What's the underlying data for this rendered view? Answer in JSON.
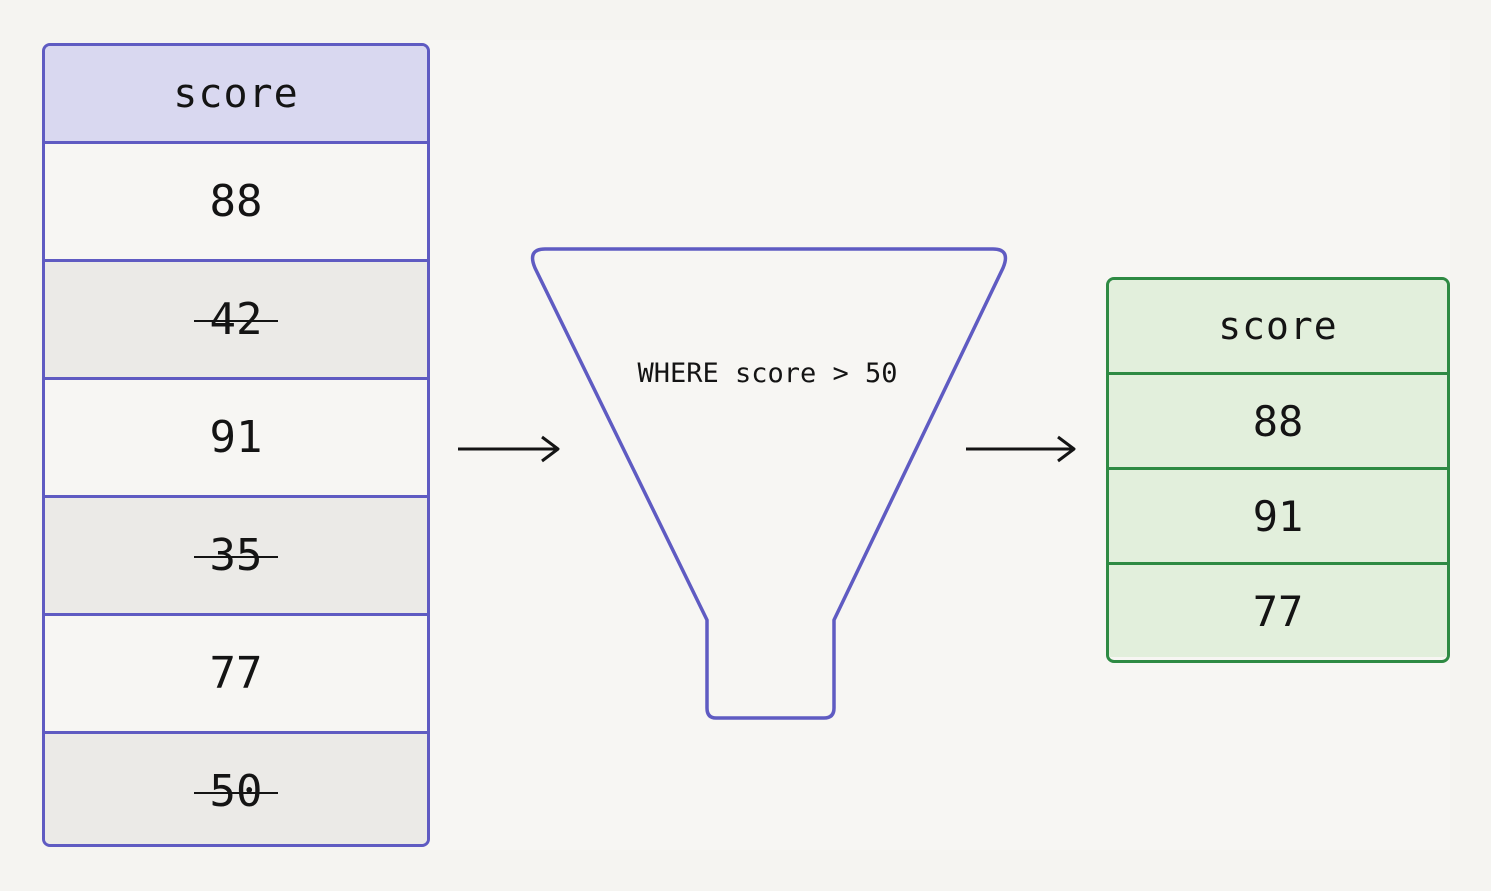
{
  "colors": {
    "source_border": "#5f5bc2",
    "source_header_fill": "#d9d8f0",
    "dropped_row_fill": "#ebeae7",
    "result_border": "#2e8a43",
    "result_fill": "#e2efdc",
    "arrow": "#141414"
  },
  "source_table": {
    "header": "score",
    "rows": [
      {
        "value": "88",
        "status": "kept"
      },
      {
        "value": "42",
        "status": "dropped"
      },
      {
        "value": "91",
        "status": "kept"
      },
      {
        "value": "35",
        "status": "dropped"
      },
      {
        "value": "77",
        "status": "kept"
      },
      {
        "value": "50",
        "status": "dropped"
      }
    ]
  },
  "filter": {
    "label": "WHERE score > 50",
    "icon": "funnel-icon"
  },
  "result_table": {
    "header": "score",
    "rows": [
      "88",
      "91",
      "77"
    ]
  }
}
